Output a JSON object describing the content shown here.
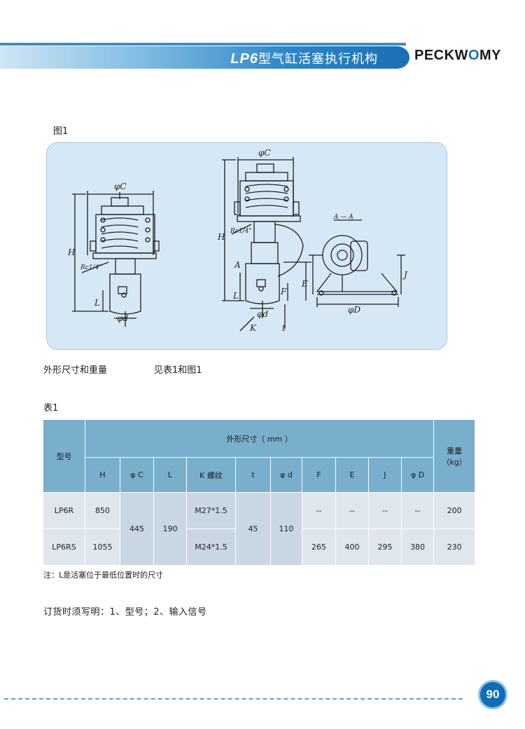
{
  "header": {
    "model": "LP6",
    "title_rest": "型气缸活塞执行机构",
    "logo_left": "PECKW",
    "logo_mid": "O",
    "logo_right": "MY"
  },
  "figure": {
    "label": "图1",
    "annotations": {
      "phi_c": "φC",
      "h": "H",
      "rc": "Rc1/4\"",
      "l": "L",
      "phi_d": "φd",
      "k": "K",
      "f": "F",
      "t": "t",
      "e": "E",
      "section": "A — A",
      "a": "A",
      "j": "J",
      "phi_dd": "φD"
    }
  },
  "dims_text": "外形尺寸和重量",
  "dims_ref": "见表1和图1",
  "table_label": "表1",
  "table": {
    "col_model": "型号",
    "group_header": "外形尺寸（   mm ）",
    "col_weight_1": "重量",
    "col_weight_2": "（kg）",
    "sub_headers": [
      "H",
      "φ C",
      "L",
      "K 螺纹",
      "t",
      "φ d",
      "F",
      "E",
      "J",
      "φ D"
    ],
    "rows": [
      {
        "model": "LP6R",
        "H": "850",
        "K": "M27*1.5",
        "F": "--",
        "E": "--",
        "J": "--",
        "D": "--",
        "weight": "200"
      },
      {
        "model": "LP6RS",
        "H": "1055",
        "K": "M24*1.5",
        "F": "265",
        "E": "400",
        "J": "295",
        "D": "380",
        "weight": "230"
      }
    ],
    "shared": {
      "C": "445",
      "L": "190",
      "t": "45",
      "d": "110"
    }
  },
  "note": "注：L是活塞位于最低位置时的尺寸",
  "order_text": "订货时须写明：1、型号；2、输入信号",
  "page_number": "90",
  "colors": {
    "accent": "#1a6fb3",
    "panel": "#d6e8f5",
    "table_header": "#7aaecd",
    "table_body": "#dfe6ee"
  }
}
